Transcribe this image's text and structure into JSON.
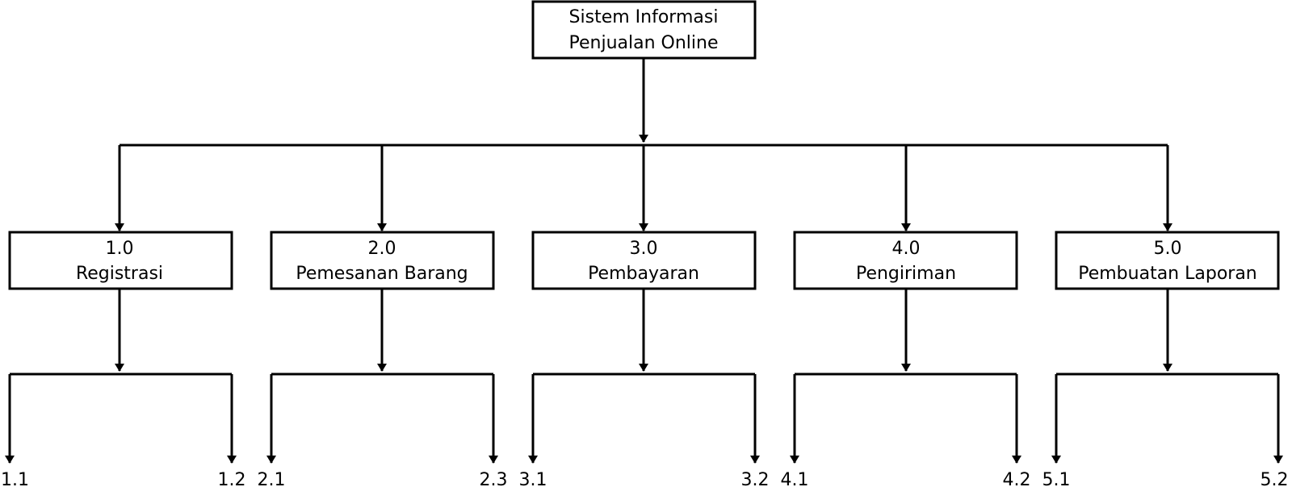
{
  "root": {
    "line1": "Sistem Informasi",
    "line2": "Penjualan Online"
  },
  "modules": [
    {
      "number": "1.0",
      "name": "Registrasi",
      "children": [
        "1.1",
        "1.2"
      ]
    },
    {
      "number": "2.0",
      "name": "Pemesanan Barang",
      "children": [
        "2.1",
        "2.3"
      ]
    },
    {
      "number": "3.0",
      "name": "Pembayaran",
      "children": [
        "3.1",
        "3.2"
      ]
    },
    {
      "number": "4.0",
      "name": "Pengiriman",
      "children": [
        "4.1",
        "4.2"
      ]
    },
    {
      "number": "5.0",
      "name": "Pembuatan Laporan",
      "children": [
        "5.1",
        "5.2"
      ]
    }
  ],
  "colors": {
    "stroke": "#000000",
    "fill": "#ffffff"
  }
}
